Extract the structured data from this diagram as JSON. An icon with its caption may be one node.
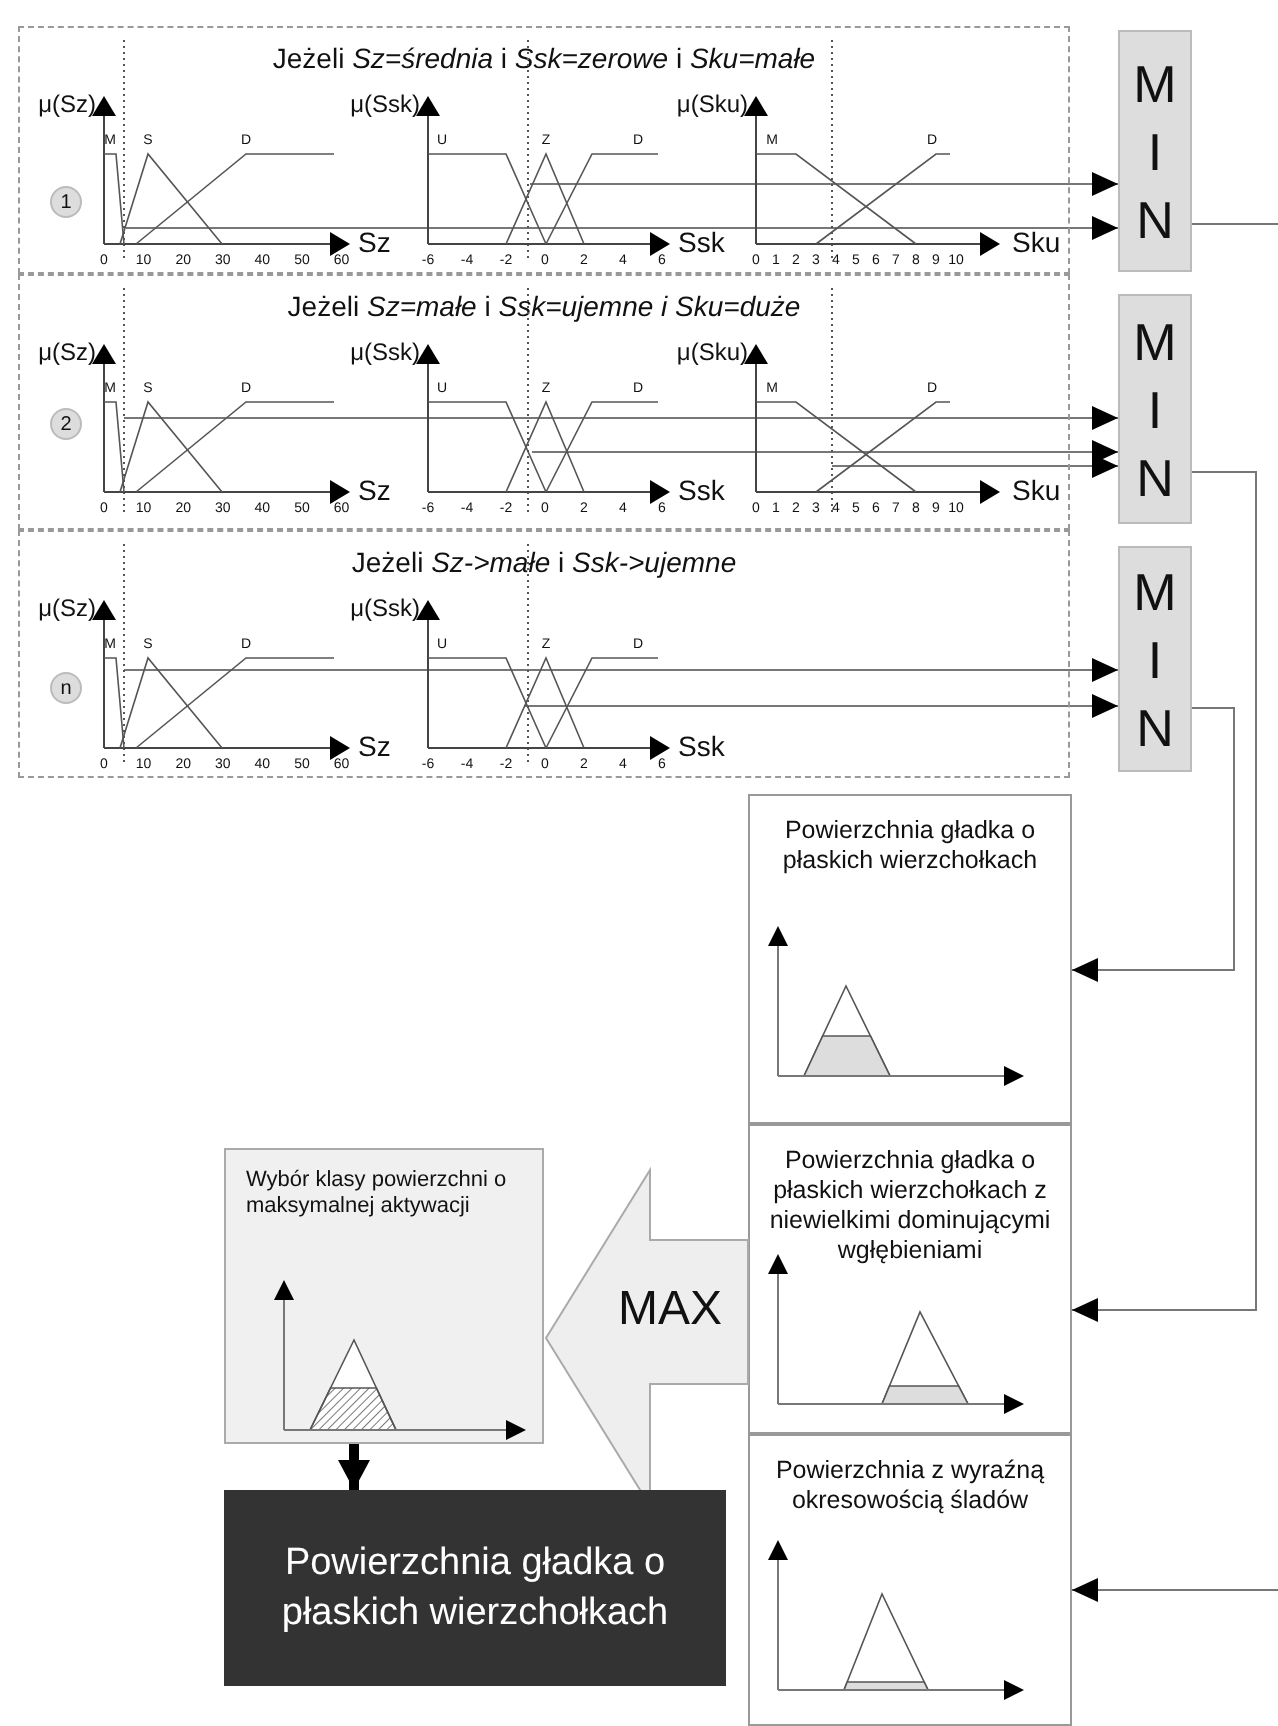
{
  "diagram": {
    "nodes": [
      {
        "text": [
          "Jeżeli *Sz=średnia* i *Ssk=zerowe* i *Sku=małe*"
        ]
      },
      {
        "text": [
          "1"
        ],
        "in": 0
      },
      {
        "text": [
          "Jeżeli *Sz=małe* i *Ssk=ujemne i Sku=duże*"
        ]
      },
      {
        "text": [
          "2"
        ],
        "in": 2
      },
      {
        "text": [
          "Jeżeli *Sz->małe* i *Ssk->ujemne*"
        ]
      },
      {
        "text": [
          "n"
        ],
        "in": 4
      },
      {
        "text": [
          "M I N"
        ]
      },
      {
        "text": [
          "M I N"
        ]
      },
      {
        "text": [
          "M I N"
        ]
      },
      {
        "text": [
          "Powierzchnia gładka o płaskich wierzchołkach"
        ]
      },
      {
        "text": [
          "Powierzchnia gładka o płaskich wierzchołkach z niewielkimi dominującymi wgłębieniami"
        ]
      },
      {
        "text": [
          "Powierzchnia z wyraźną okresowością śladów"
        ]
      },
      {
        "text": [
          "MAX"
        ]
      },
      {
        "text": [
          "Wybór klasy powierzchni o maksymalnej aktywacji"
        ]
      },
      {
        "text": [
          "Powierzchnia gładka o płaskich wierzchołkach"
        ]
      }
    ],
    "edges": [
      {
        "from": null,
        "to": 6,
        "arrow": "to"
      },
      {
        "from": null,
        "to": 6,
        "arrow": "to"
      },
      {
        "from": null,
        "to": 7,
        "arrow": "to"
      },
      {
        "from": null,
        "to": 7,
        "arrow": "to"
      },
      {
        "from": null,
        "to": 7,
        "arrow": "to"
      },
      {
        "from": null,
        "to": 8,
        "arrow": "to"
      },
      {
        "from": null,
        "to": 8,
        "arrow": "to"
      },
      {
        "from": 6,
        "to": null,
        "arrow": "none"
      },
      {
        "from": 7,
        "to": 10,
        "arrow": "to"
      },
      {
        "from": 8,
        "to": 9,
        "arrow": "to"
      },
      {
        "from": null,
        "to": 11,
        "arrow": "to"
      },
      {
        "from": 13,
        "to": 14,
        "arrow": "to",
        "style": "thick",
        "color": "#000000"
      }
    ],
    "labels": [
      "μ(Sz)",
      "M",
      "S",
      "D",
      "0",
      "10",
      "20",
      "30",
      "40",
      "50",
      "60",
      "Sz",
      "μ(Ssk)",
      "U",
      "Z",
      "D",
      "-6",
      "-4",
      "-2",
      "0",
      "2",
      "4",
      "6",
      "Ssk",
      "μ(Sku)",
      "M",
      "D",
      "0",
      "1",
      "2",
      "3",
      "4",
      "5",
      "6",
      "7",
      "8",
      "9",
      "10",
      "Sku",
      "μ(Sz)",
      "M",
      "S",
      "D",
      "0",
      "10",
      "20",
      "30",
      "40",
      "50",
      "60",
      "Sz",
      "μ(Ssk)",
      "U",
      "Z",
      "D",
      "-6",
      "-4",
      "-2",
      "0",
      "2",
      "4",
      "6",
      "Ssk",
      "μ(Sku)",
      "M",
      "D",
      "0",
      "1",
      "2",
      "3",
      "4",
      "5",
      "6",
      "7",
      "8",
      "9",
      "10",
      "Sku",
      "μ(Sz)",
      "M",
      "S",
      "D",
      "0",
      "10",
      "20",
      "30",
      "40",
      "50",
      "60",
      "Sz",
      "μ(Ssk)",
      "U",
      "Z",
      "D",
      "-6",
      "-4",
      "-2",
      "0",
      "2",
      "4",
      "6",
      "Ssk"
    ]
  }
}
